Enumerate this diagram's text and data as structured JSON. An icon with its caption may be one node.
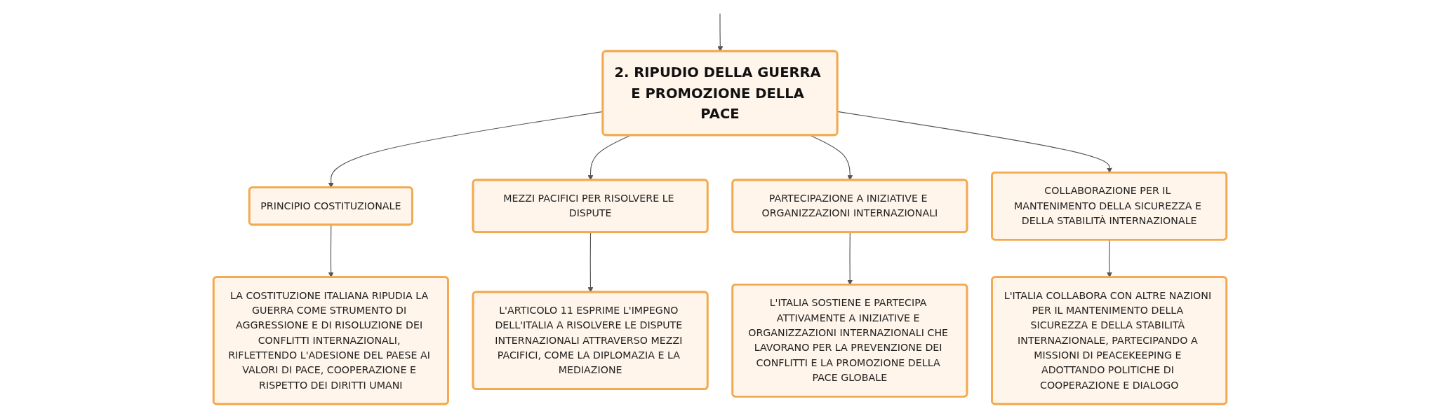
{
  "diagram": {
    "nodes": [
      {
        "text": [
          "2. RIPUDIO DELLA GUERRA E PROMOZIONE DELLA PACE"
        ]
      },
      {
        "text": [
          "PRINCIPIO COSTITUZIONALE"
        ]
      },
      {
        "text": [
          "MEZZI PACIFICI PER RISOLVERE LE DISPUTE"
        ]
      },
      {
        "text": [
          "PARTECIPAZIONE A INIZIATIVE E ORGANIZZAZIONI INTERNAZIONALI"
        ]
      },
      {
        "text": [
          "COLLABORAZIONE PER IL MANTENIMENTO DELLA SICUREZZA E DELLA STABILITÀ INTERNAZIONALE"
        ]
      },
      {
        "text": [
          "LA COSTITUZIONE ITALIANA RIPUDIA LA GUERRA COME STRUMENTO DI AGGRESSIONE E DI RISOLUZIONE DEI CONFLITTI INTERNAZIONALI, RIFLETTENDO L'ADESIONE DEL PAESE AI VALORI DI PACE, COOPERAZIONE E RISPETTO DEI DIRITTI UMANI"
        ]
      },
      {
        "text": [
          "L'ARTICOLO 11 ESPRIME L'IMPEGNO DELL'ITALIA A RISOLVERE LE DISPUTE INTERNAZIONALI ATTRAVERSO MEZZI PACIFICI, COME LA DIPLOMAZIA E LA MEDIAZIONE"
        ]
      },
      {
        "text": [
          "L'ITALIA SOSTIENE E PARTECIPA ATTIVAMENTE A INIZIATIVE E ORGANIZZAZIONI INTERNAZIONALI CHE LAVORANO PER LA PREVENZIONE DEI CONFLITTI E LA PROMOZIONE DELLA PACE GLOBALE"
        ]
      },
      {
        "text": [
          "L'ITALIA COLLABORA CON ALTRE NAZIONI PER IL MANTENIMENTO DELLA SICUREZZA E DELLA STABILITÀ INTERNAZIONALE, PARTECIPANDO A MISSIONI DI PEACEKEEPING E ADOTTANDO POLITICHE DI COOPERAZIONE E DIALOGO"
        ]
      }
    ],
    "edges": [
      {
        "from": null,
        "to": 0,
        "arrow": "to"
      },
      {
        "from": 0,
        "to": 1,
        "arrow": "to"
      },
      {
        "from": 0,
        "to": 2,
        "arrow": "to"
      },
      {
        "from": 0,
        "to": 3,
        "arrow": "to"
      },
      {
        "from": 0,
        "to": 4,
        "arrow": "to"
      },
      {
        "from": 1,
        "to": 5,
        "arrow": "to"
      },
      {
        "from": 2,
        "to": 6,
        "arrow": "to"
      },
      {
        "from": 3,
        "to": 7,
        "arrow": "to"
      },
      {
        "from": 4,
        "to": 8,
        "arrow": "to"
      }
    ]
  }
}
